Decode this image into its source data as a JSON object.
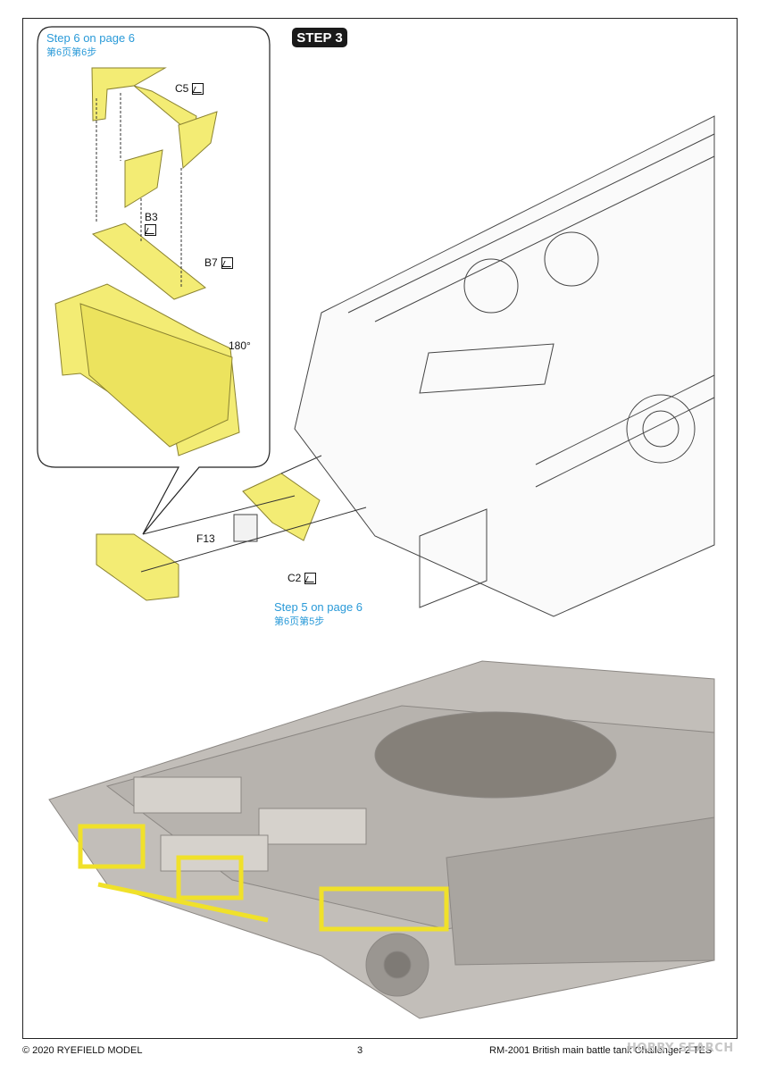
{
  "header": {
    "step_label": "STEP 3"
  },
  "callouts": {
    "top": {
      "line1": "Step 6 on page 6",
      "line2": "第6页第6步"
    },
    "bottom": {
      "line1": "Step 5 on page 6",
      "line2": "第6页第5步"
    }
  },
  "parts": {
    "c5": "C5",
    "b3": "B3",
    "b7": "B7",
    "f13": "F13",
    "c2": "C2"
  },
  "rotation": "180°",
  "footer": {
    "copyright": "© 2020 RYEFIELD MODEL",
    "page_number": "3",
    "product": "RM-2001 British main battle tank Challenger 2 TES"
  },
  "watermark": "HOBBY SEARCH",
  "colors": {
    "part_yellow": "#f3ec74",
    "callout_blue": "#2a9ad8",
    "hull_gray": "#b9b5b0"
  }
}
